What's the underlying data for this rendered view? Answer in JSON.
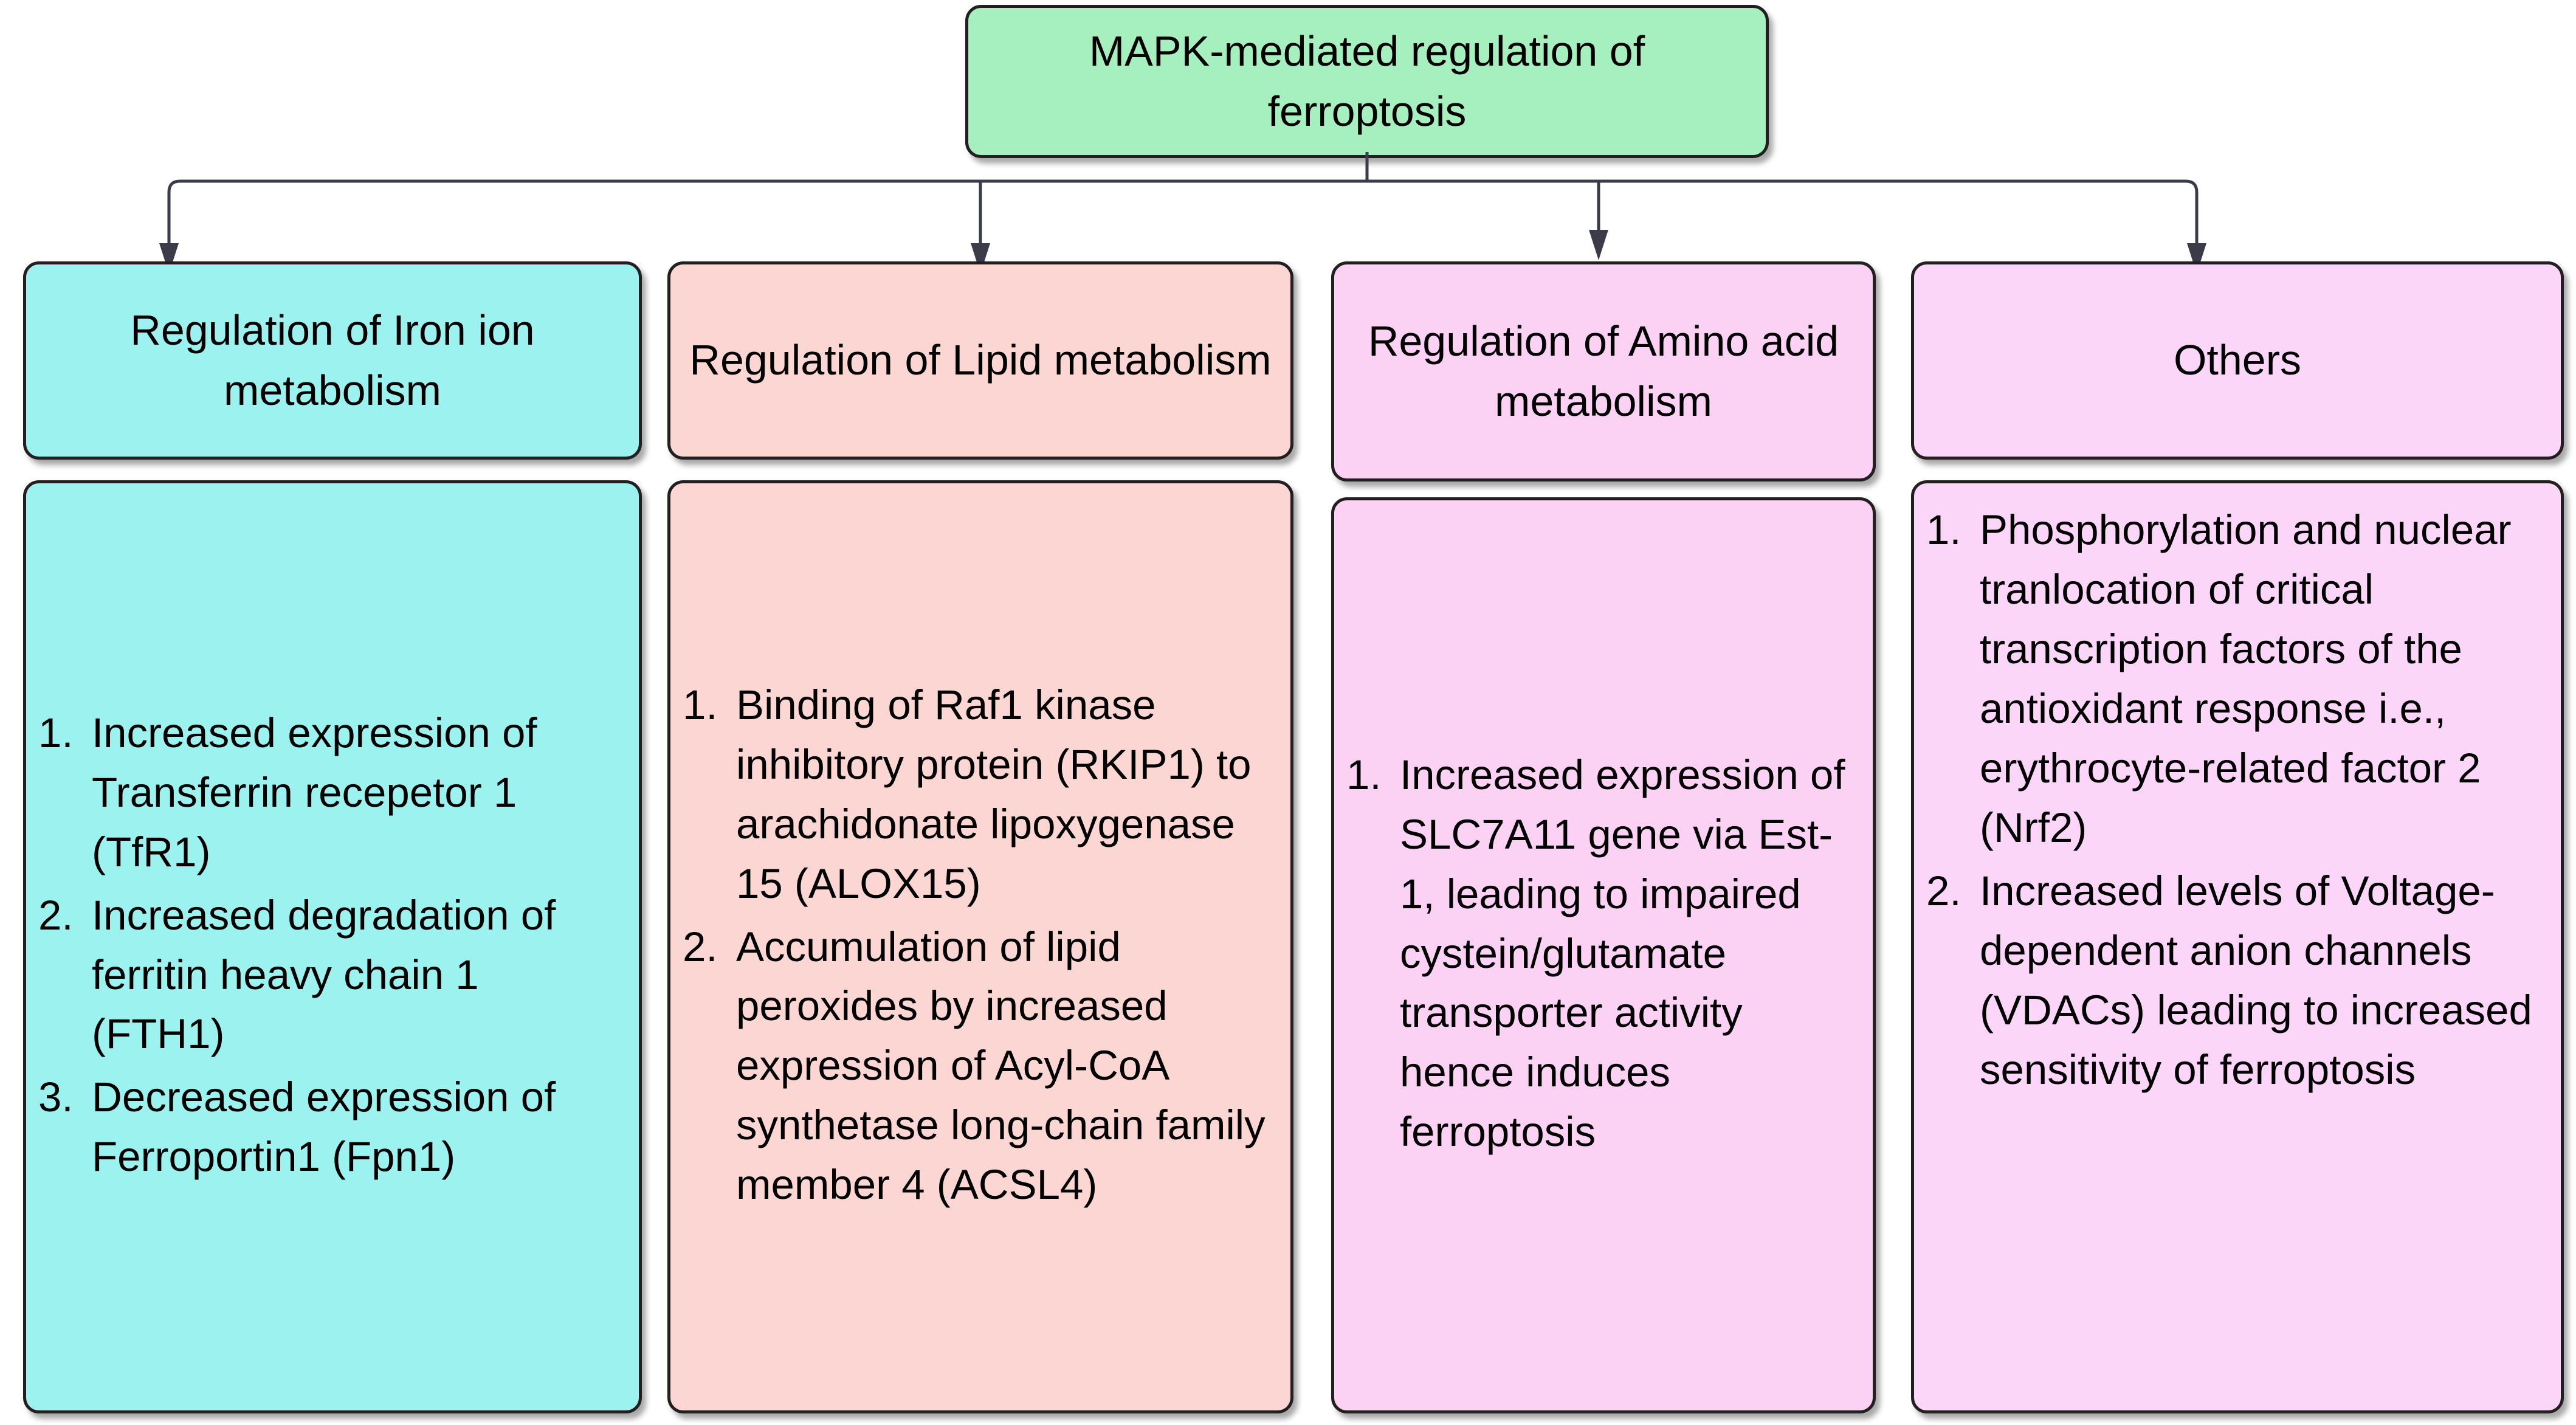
{
  "diagram": {
    "root": {
      "label": "MAPK-mediated regulation of ferroptosis",
      "color": "#a6f0c0"
    },
    "columns": [
      {
        "id": "iron",
        "header": "Regulation of Iron ion metabolism",
        "color": "#9cf2ef",
        "items": [
          {
            "num": "1.",
            "text": "Increased expression of Transferrin recepetor 1 (TfR1)"
          },
          {
            "num": "2.",
            "text": "Increased degradation of ferritin heavy chain 1 (FTH1)"
          },
          {
            "num": "3.",
            "text": "Decreased expression of Ferroportin1 (Fpn1)"
          }
        ]
      },
      {
        "id": "lipid",
        "header": "Regulation of Lipid metabolism",
        "color": "#fbd6d2",
        "items": [
          {
            "num": "1.",
            "text": "Binding of Raf1 kinase inhibitory protein (RKIP1) to arachidonate lipoxygenase 15 (ALOX15)"
          },
          {
            "num": "2.",
            "text": "Accumulation of lipid peroxides by increased expression of Acyl-CoA synthetase long-chain family member 4 (ACSL4)"
          }
        ]
      },
      {
        "id": "amino",
        "header": "Regulation of Amino acid metabolism",
        "color": "#fbd1f4",
        "items": [
          {
            "num": "1.",
            "text": "Increased expression of SLC7A11 gene via Est-1, leading to impaired cystein/glutamate transporter activity hence induces ferroptosis"
          }
        ]
      },
      {
        "id": "others",
        "header": "Others",
        "color": "#fbd6f9",
        "items": [
          {
            "num": "1.",
            "text": "Phosphorylation and nuclear tranlocation of critical transcription factors of the antioxidant response i.e., erythrocyte-related factor 2 (Nrf2)"
          },
          {
            "num": "2.",
            "text": "Increased levels of Voltage-dependent anion channels (VDACs) leading to increased sensitivity of ferroptosis"
          }
        ]
      }
    ],
    "connector": {
      "style": "orthogonal-bus-with-arrowheads",
      "arrow_count": 4,
      "line_color": "#3b3b4a"
    }
  }
}
